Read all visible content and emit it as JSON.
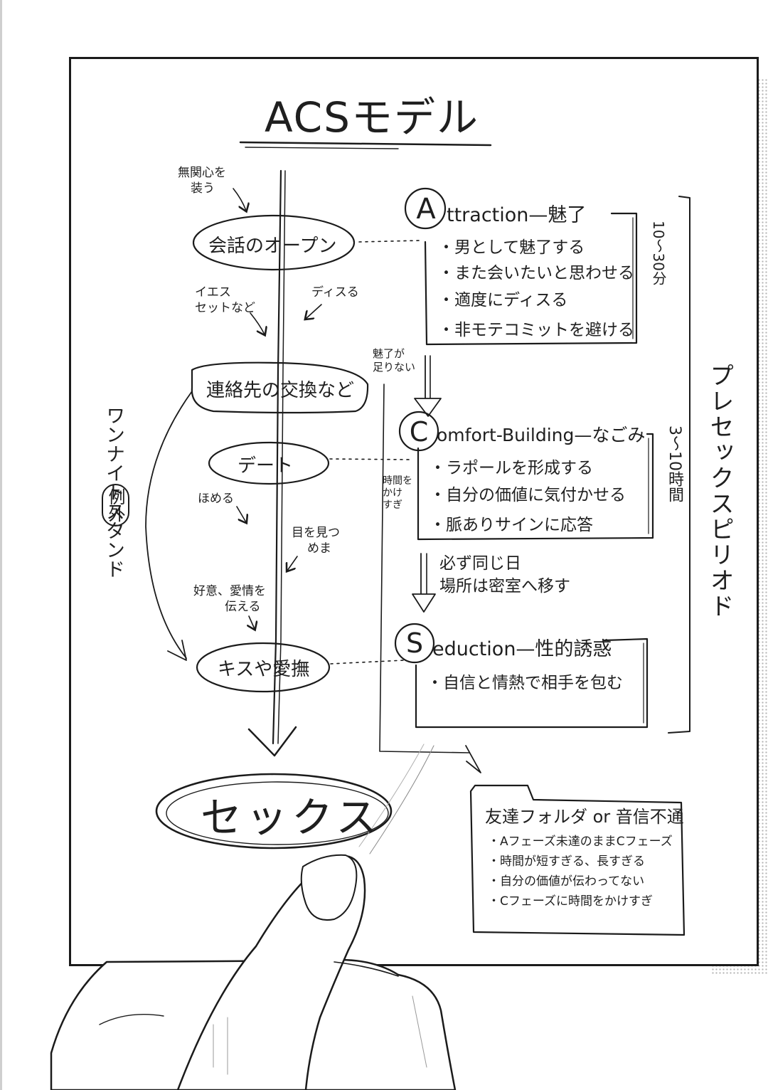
{
  "title": "ACSモデル",
  "notes": {
    "feign_indifference": [
      "無関心を",
      "装う"
    ],
    "yes_set": [
      "イエス",
      "セットなど"
    ],
    "diss": "ディスる",
    "praise": "ほめる",
    "eye_contact": [
      "目を見つ",
      "めま"
    ],
    "convey_affection": [
      "好意、愛情を",
      "伝える"
    ],
    "one_night_stand": "ワンナイトスタンド",
    "exception": "例外",
    "attraction_lacking": [
      "魅了が",
      "足りない"
    ],
    "too_much_time": [
      "時間を",
      "かけ",
      "すぎ"
    ],
    "same_day": [
      "必ず同じ日",
      "場所は密室へ移す"
    ]
  },
  "flow_nodes": {
    "open": "会話のオープン",
    "contact": "連絡先の交換など",
    "date": "デート",
    "kiss": "キスや愛撫",
    "sex": "セックス"
  },
  "phases": {
    "attraction": {
      "letter": "A",
      "title": "ttraction—魅了",
      "items": [
        "・男として魅了する",
        "・また会いたいと思わせる",
        "・適度にディスる",
        "・非モテコミットを避ける"
      ],
      "time": "10〜30分"
    },
    "comfort": {
      "letter": "C",
      "title": "omfort-Building—なごみ",
      "items": [
        "・ラポールを形成する",
        "・自分の価値に気付かせる",
        "・脈ありサインに応答"
      ],
      "time": "3〜10時間"
    },
    "seduction": {
      "letter": "S",
      "title": "eduction—性的誘惑",
      "items": [
        "・自信と情熱で相手を包む"
      ]
    }
  },
  "pre_sex_period": "プレセックスピリオド",
  "failure": {
    "title": "友達フォルダ or 音信不通",
    "items": [
      "・Aフェーズ未達のままCフェーズ",
      "・時間が短すぎる、長すぎる",
      "・自分の価値が伝わってない",
      "・Cフェーズに時間をかけすぎ"
    ]
  }
}
